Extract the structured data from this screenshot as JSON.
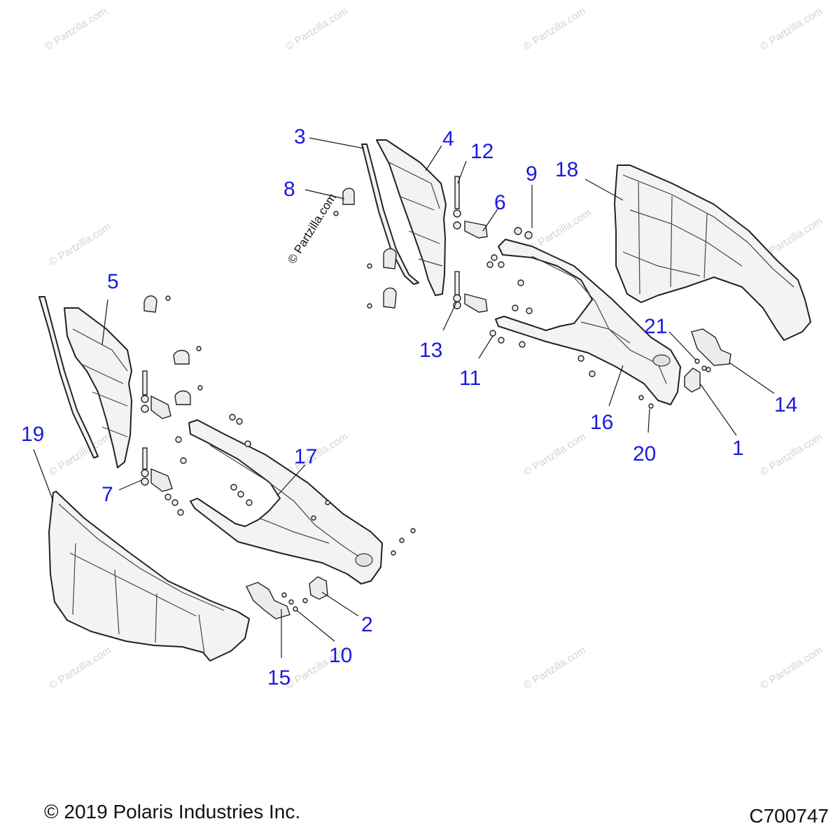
{
  "diagram": {
    "watermark_text": "© Partzilla.com",
    "stamp_text": "© Partzilla.com",
    "callouts": [
      "1",
      "2",
      "3",
      "4",
      "5",
      "6",
      "7",
      "8",
      "9",
      "10",
      "11",
      "12",
      "13",
      "14",
      "15",
      "16",
      "17",
      "18",
      "19",
      "20",
      "21"
    ]
  },
  "footer": {
    "copyright": "© 2019 Polaris Industries Inc.",
    "drawing_code": "C700747"
  }
}
